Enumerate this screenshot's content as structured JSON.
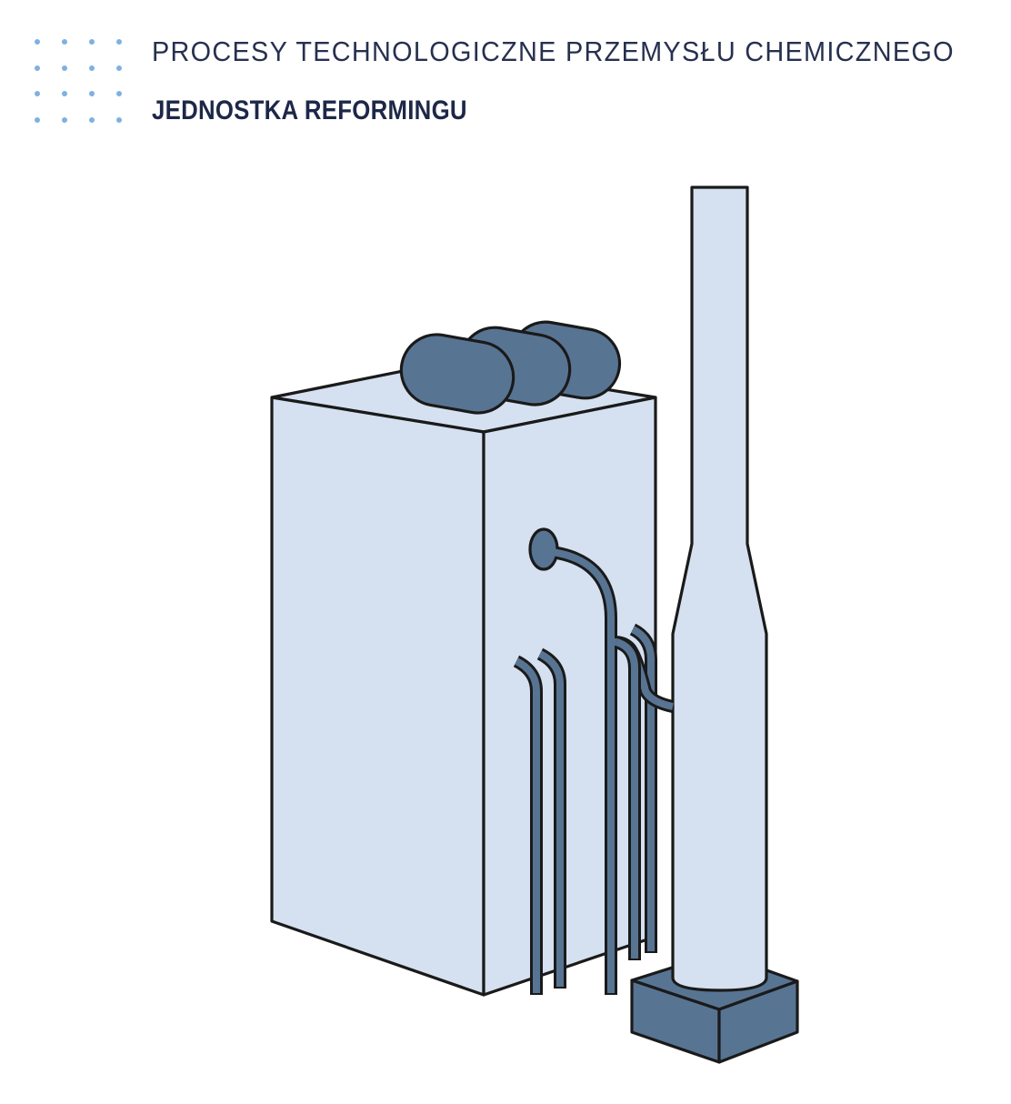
{
  "header": {
    "title": "PROCESY TECHNOLOGICZNE PRZEMYSŁU CHEMICZNEGO",
    "subtitle": "JEDNOSTKA REFORMINGU"
  },
  "decoration": {
    "dot_grid": {
      "rows": 4,
      "cols": 4,
      "color": "#7fb1e0"
    }
  },
  "illustration": {
    "name": "reforming-unit",
    "components": [
      {
        "id": "furnace-box",
        "label": "furnace"
      },
      {
        "id": "tanks",
        "label": "cylindrical drums",
        "count": 3
      },
      {
        "id": "stack",
        "label": "chimney stack"
      },
      {
        "id": "stack-base",
        "label": "plinth"
      },
      {
        "id": "pipes",
        "label": "process pipes",
        "count": 5
      }
    ],
    "colors": {
      "light_fill": "#d5e0f0",
      "dark_fill": "#587493",
      "outline": "#1a1a1a",
      "title_text": "#26304f",
      "subtitle_text": "#1d2848"
    }
  }
}
